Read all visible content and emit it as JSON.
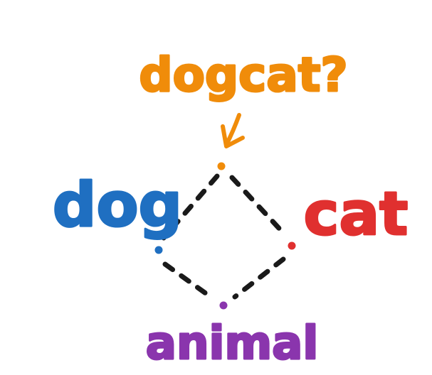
{
  "colors": {
    "dogcat": "#f08c0a",
    "dog": "#1f6fc1",
    "cat": "#e0302f",
    "animal": "#8a35ad",
    "edge": "#1a1a1a"
  },
  "nodes": {
    "dogcat": {
      "label": "dogcat?"
    },
    "dog": {
      "label": "dog"
    },
    "cat": {
      "label": "cat"
    },
    "animal": {
      "label": "animal"
    }
  },
  "edges": [
    {
      "from": "dogcat",
      "to": "dog"
    },
    {
      "from": "dogcat",
      "to": "cat"
    },
    {
      "from": "dog",
      "to": "animal"
    },
    {
      "from": "cat",
      "to": "animal"
    }
  ],
  "icons": {
    "pointer": "arrow-down-left-icon"
  }
}
